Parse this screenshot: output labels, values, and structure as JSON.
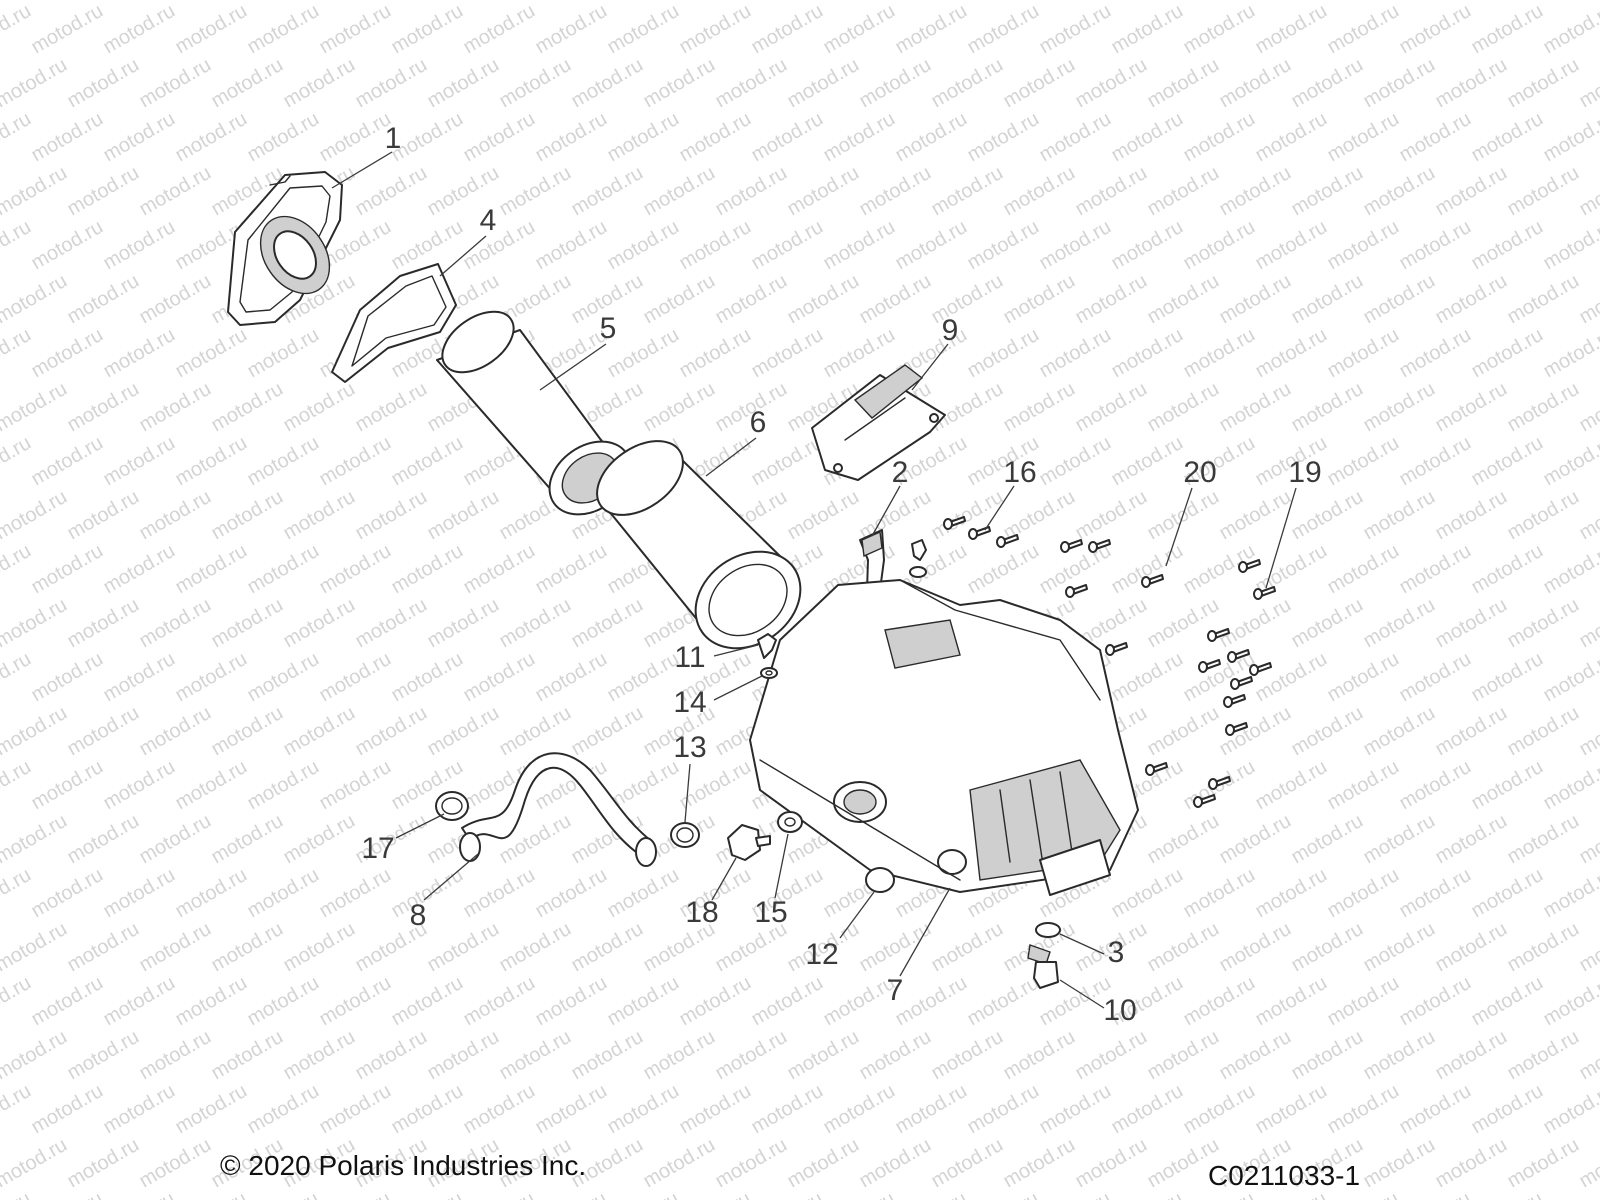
{
  "watermark": {
    "text": "motod.ru"
  },
  "callouts": [
    {
      "id": "1",
      "label": "1"
    },
    {
      "id": "2",
      "label": "2"
    },
    {
      "id": "3",
      "label": "3"
    },
    {
      "id": "4",
      "label": "4"
    },
    {
      "id": "5",
      "label": "5"
    },
    {
      "id": "6",
      "label": "6"
    },
    {
      "id": "7",
      "label": "7"
    },
    {
      "id": "8",
      "label": "8"
    },
    {
      "id": "9",
      "label": "9"
    },
    {
      "id": "10",
      "label": "10"
    },
    {
      "id": "11",
      "label": "11"
    },
    {
      "id": "12",
      "label": "12"
    },
    {
      "id": "13",
      "label": "13"
    },
    {
      "id": "14",
      "label": "14"
    },
    {
      "id": "15",
      "label": "15"
    },
    {
      "id": "16",
      "label": "16"
    },
    {
      "id": "17",
      "label": "17"
    },
    {
      "id": "18",
      "label": "18"
    },
    {
      "id": "19",
      "label": "19"
    },
    {
      "id": "20",
      "label": "20"
    }
  ],
  "footer": {
    "copyright": "© 2020 Polaris Industries Inc.",
    "drawing_number": "C0211033-1"
  },
  "colors": {
    "line": "#2a2a2a",
    "watermark": "#d4d4d4",
    "background": "#ffffff"
  }
}
